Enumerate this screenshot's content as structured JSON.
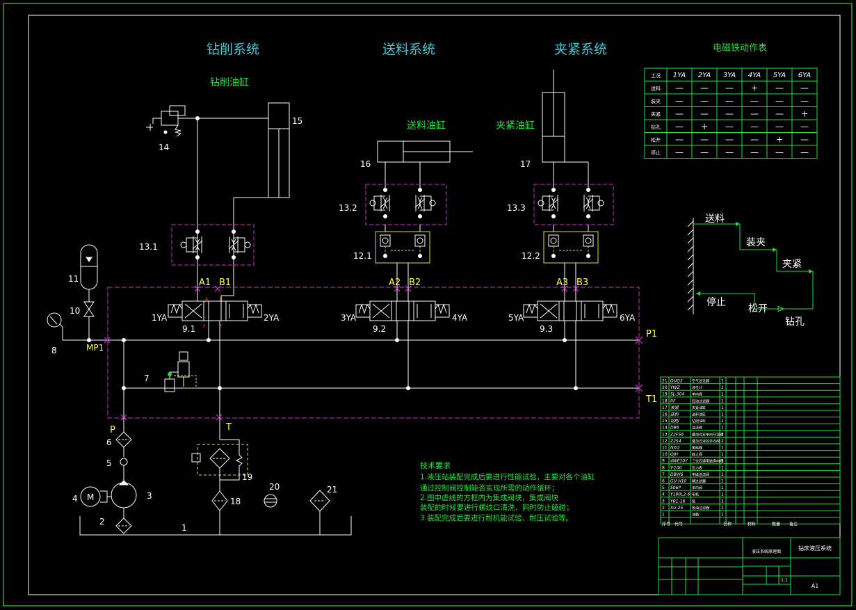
{
  "titles": {
    "drilling_system": "钻削系统",
    "feed_system": "送料系统",
    "clamp_system": "夹紧系统",
    "drilling_cylinder": "钻削油缸",
    "feed_cylinder": "送料油缸",
    "clamp_cylinder": "夹紧油缸"
  },
  "solenoid_table": {
    "title": "电磁铁动作表",
    "headers": [
      "工况",
      "1YA",
      "2YA",
      "3YA",
      "4YA",
      "5YA",
      "6YA"
    ],
    "rows": [
      {
        "step": "送料",
        "cells": [
          "—",
          "—",
          "—",
          "+",
          "—",
          "—"
        ]
      },
      {
        "step": "装夹",
        "cells": [
          "—",
          "—",
          "—",
          "—",
          "—",
          "—"
        ]
      },
      {
        "step": "夹紧",
        "cells": [
          "—",
          "—",
          "—",
          "—",
          "—",
          "+"
        ]
      },
      {
        "step": "钻孔",
        "cells": [
          "—",
          "+",
          "—",
          "—",
          "—",
          "—"
        ]
      },
      {
        "step": "松开",
        "cells": [
          "—",
          "—",
          "—",
          "—",
          "+",
          "—"
        ]
      },
      {
        "step": "停止",
        "cells": [
          "—",
          "—",
          "—",
          "—",
          "—",
          "—"
        ]
      }
    ]
  },
  "cycle": {
    "steps": [
      "送料",
      "装夹",
      "夹紧",
      "钻孔",
      "松开",
      "停止"
    ]
  },
  "component_labels": {
    "c1": "1",
    "c2": "2",
    "c3": "3",
    "c4": "4",
    "c5": "5",
    "c6": "6",
    "c7": "7",
    "c8": "8",
    "c10": "10",
    "c11": "11",
    "c14": "14",
    "c15": "15",
    "c16": "16",
    "c17": "17",
    "c18": "18",
    "c19": "19",
    "c20": "20",
    "c21": "21",
    "c9_1": "9.1",
    "c9_2": "9.2",
    "c9_3": "9.3",
    "c12_1": "12.1",
    "c12_2": "12.2",
    "c13_1": "13.1",
    "c13_2": "13.2",
    "c13_3": "13.3",
    "motor": "M"
  },
  "port_labels": {
    "a1": "A1",
    "b1": "B1",
    "a2": "A2",
    "b2": "B2",
    "a3": "A3",
    "b3": "B3",
    "p1": "P1",
    "t1": "T1",
    "p": "P",
    "t": "T",
    "mp1": "MP1",
    "ya1": "1YA",
    "ya2": "2YA",
    "ya3": "3YA",
    "ya4": "4YA",
    "ya5": "5YA",
    "ya6": "6YA"
  },
  "tech_requirements": {
    "title": "技术要求",
    "lines": [
      "1.液压站装配完成后要进行性能试验，主要对各个油缸",
      "通过控制阀控制能否实现所需的动作循环；",
      "2.图中虚线的方框内为集成阀块，集成阀块",
      "装配的时候要进行螺纹口清洗，同时防止磕碰；",
      "3.装配完成后要进行耐机能试验、耐压试验等。"
    ]
  },
  "parts_list": [
    {
      "no": "21",
      "code": "QUQ3",
      "name": "空气滤清器",
      "qty": "1"
    },
    {
      "no": "20",
      "code": "YWZ",
      "name": "液位计",
      "qty": "1"
    },
    {
      "no": "19",
      "code": "SL-304",
      "name": "单向阀",
      "qty": "1"
    },
    {
      "no": "18",
      "code": "RF",
      "name": "回油过滤器",
      "qty": "1"
    },
    {
      "no": "17",
      "code": "夹紧",
      "name": "夹紧油缸",
      "qty": "1"
    },
    {
      "no": "16",
      "code": "送料",
      "name": "送料油缸",
      "qty": "1"
    },
    {
      "no": "15",
      "code": "钻削",
      "name": "钻削油缸",
      "qty": "1"
    },
    {
      "no": "14",
      "code": "DB6",
      "name": "溢流阀",
      "qty": "1"
    },
    {
      "no": "13",
      "code": "Z2FS6",
      "name": "叠加式双单向节流阀",
      "qty": "3"
    },
    {
      "no": "12",
      "code": "Z2S4",
      "name": "叠加式液控单向阀",
      "qty": "2"
    },
    {
      "no": "11",
      "code": "NXQ",
      "name": "蓄能器",
      "qty": "1"
    },
    {
      "no": "10",
      "code": "QJH",
      "name": "截止阀",
      "qty": "1"
    },
    {
      "no": "9",
      "code": "4WE10Y",
      "name": "三位四通电磁换向阀",
      "qty": "3"
    },
    {
      "no": "8",
      "code": "Y-100",
      "name": "压力表",
      "qty": "1"
    },
    {
      "no": "7",
      "code": "DBW6",
      "name": "电磁溢流阀",
      "qty": "1"
    },
    {
      "no": "6",
      "code": "GU-H10",
      "name": "精过滤器",
      "qty": "1"
    },
    {
      "no": "5",
      "code": "S06P",
      "name": "单向阀",
      "qty": "1"
    },
    {
      "no": "4",
      "code": "Y180L2-6",
      "name": "电机",
      "qty": "1"
    },
    {
      "no": "3",
      "code": "YB1-16",
      "name": "泵",
      "qty": "1"
    },
    {
      "no": "2",
      "code": "XU-25",
      "name": "吸油过滤器",
      "qty": "1"
    },
    {
      "no": "1",
      "code": "",
      "name": "油箱",
      "qty": "1"
    }
  ],
  "title_block": {
    "header": [
      "序号",
      "代号",
      "名称",
      "材料",
      "数量",
      "备注"
    ],
    "drawing_name": "液压系统原理图",
    "project": "钻床液压系统",
    "scale": "1:1",
    "size": "A1"
  },
  "colors": {
    "frame": "#22e03a",
    "title": "#3cc8d8",
    "block": "#d030d0",
    "valve_yellow": "#e8e020",
    "line": "#ffffff"
  }
}
